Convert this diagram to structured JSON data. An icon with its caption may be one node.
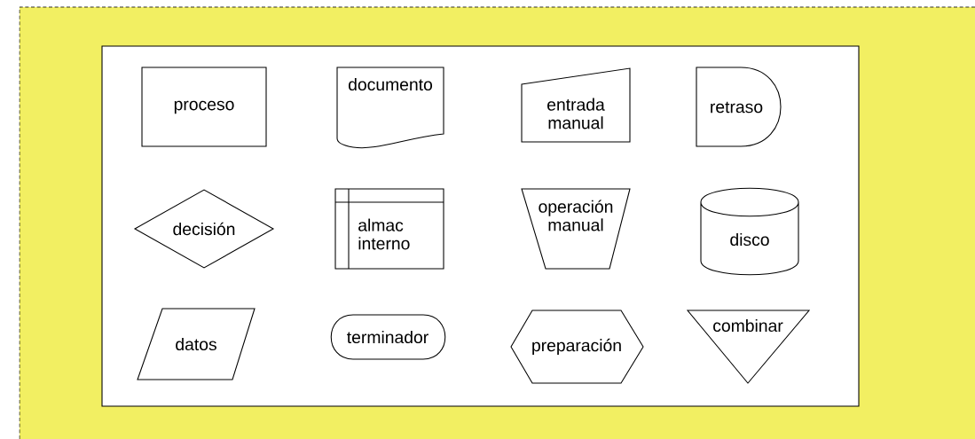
{
  "diagram": {
    "nodes": [
      {
        "text": [
          "proceso"
        ]
      },
      {
        "text": [
          "documento"
        ]
      },
      {
        "text": [
          "entrada manual"
        ]
      },
      {
        "text": [
          "retraso"
        ]
      },
      {
        "text": [
          "decisión"
        ]
      },
      {
        "text": [
          "almac interno"
        ]
      },
      {
        "text": [
          "operación manual"
        ]
      },
      {
        "text": [
          "disco"
        ]
      },
      {
        "text": [
          "datos"
        ]
      },
      {
        "text": [
          "terminador"
        ]
      },
      {
        "text": [
          "preparación"
        ]
      },
      {
        "text": [
          "combinar"
        ]
      }
    ]
  }
}
